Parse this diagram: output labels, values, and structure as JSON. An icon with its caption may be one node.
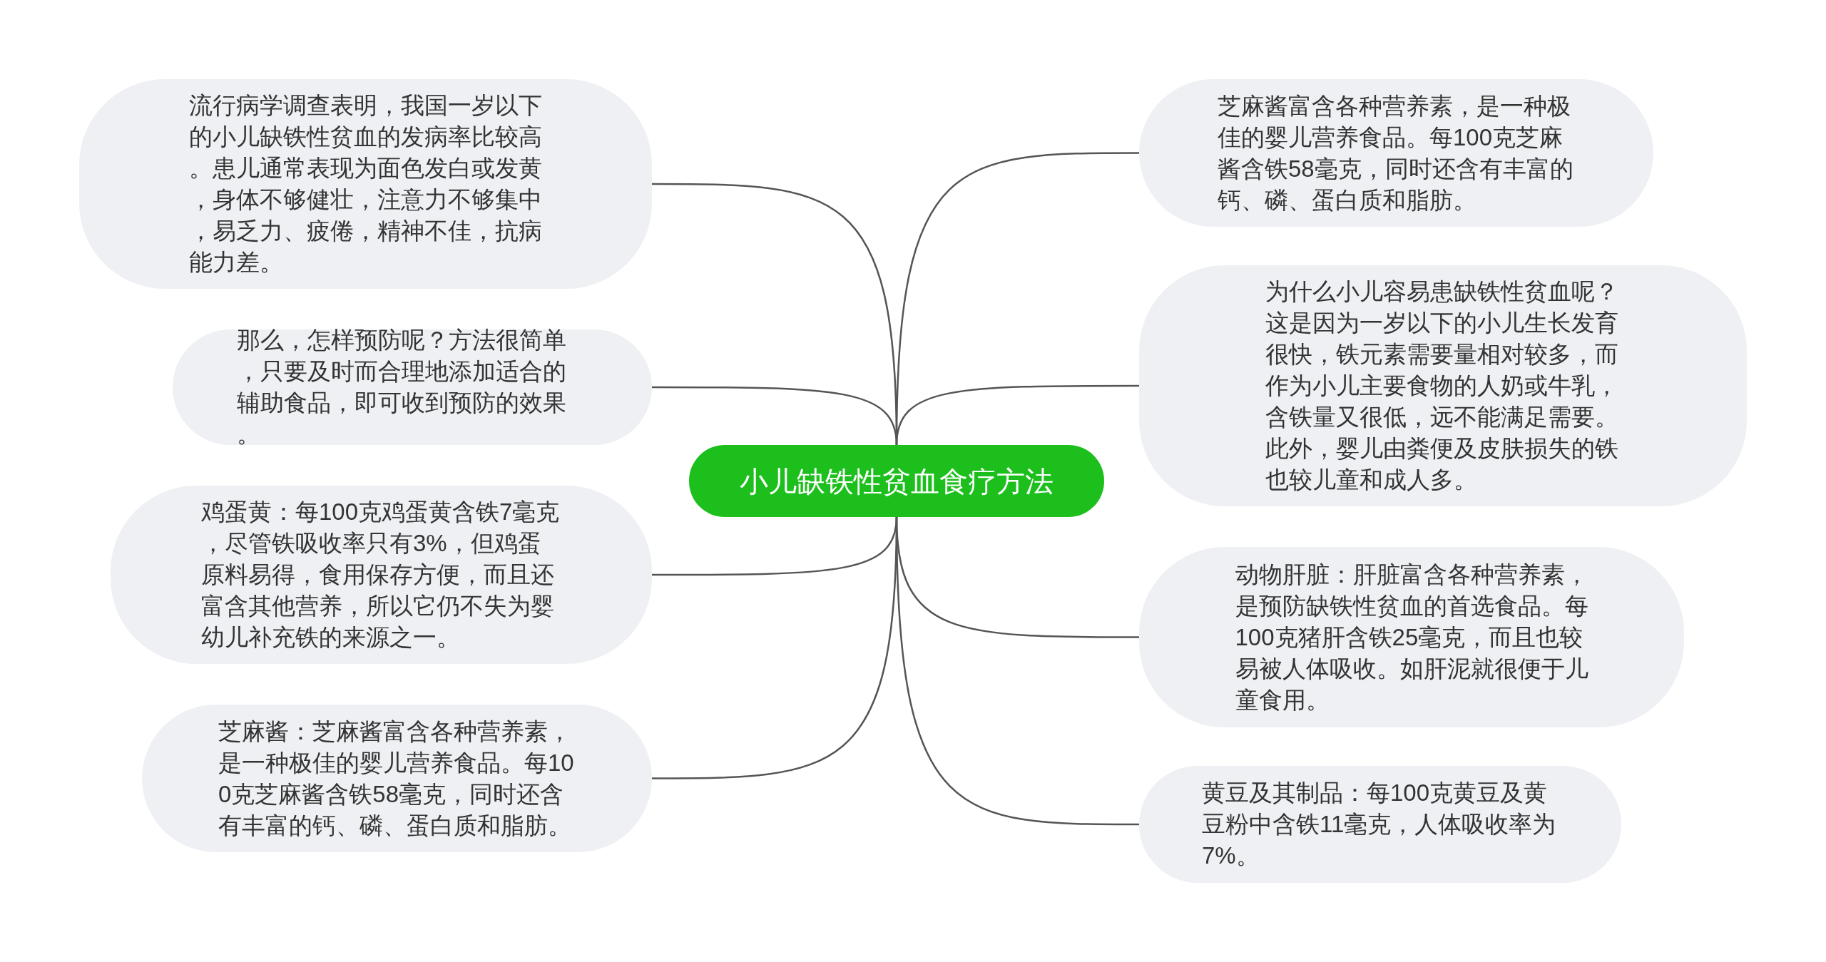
{
  "diagram": {
    "nodes": [
      {
        "text": [
          "小儿缺铁性贫血食疗方法"
        ]
      },
      {
        "text": [
          "流行病学调查表明，我国一岁以下的小儿缺铁性贫血的发病率比较高。患儿通常表现为面色发白或发黄，身体不够健壮，注意力不够集中，易乏力、疲倦，精神不佳，抗病能力差。"
        ]
      },
      {
        "text": [
          "那么，怎样预防呢？方法很简单，只要及时而合理地添加适合的辅助食品，即可收到预防的效果。"
        ]
      },
      {
        "text": [
          "鸡蛋黄：每100克鸡蛋黄含铁7毫克，尽管铁吸收率只有3%，但鸡蛋原料易得，食用保存方便，而且还富含其他营养，所以它仍不失为婴幼儿补充铁的来源之一。"
        ]
      },
      {
        "text": [
          "芝麻酱：芝麻酱富含各种营养素，是一种极佳的婴儿营养食品。每100克芝麻酱含铁58毫克，同时还含有丰富的钙、磷、蛋白质和脂肪。"
        ]
      },
      {
        "text": [
          "芝麻酱富含各种营养素，是一种极佳的婴儿营养食品。每100克芝麻酱含铁58毫克，同时还含有丰富的钙、磷、蛋白质和脂肪。"
        ]
      },
      {
        "text": [
          "为什么小儿容易患缺铁性贫血呢？这是因为一岁以下的小儿生长发育很快，铁元素需要量相对较多，而作为小儿主要食物的人奶或牛乳，含铁量又很低，远不能满足需要。此外，婴儿由粪便及皮肤损失的铁也较儿童和成人多。"
        ]
      },
      {
        "text": [
          "动物肝脏：肝脏富含各种营养素，是预防缺铁性贫血的首选食品。每100克猪肝含铁25毫克，而且也较易被人体吸收。如肝泥就很便于儿童食用。"
        ]
      },
      {
        "text": [
          "黄豆及其制品：每100克黄豆及黄豆粉中含铁11毫克，人体吸收率为7%。"
        ]
      }
    ],
    "edges": [
      {
        "from": 0,
        "to": 1,
        "arrow": "none"
      },
      {
        "from": 0,
        "to": 2,
        "arrow": "none"
      },
      {
        "from": 0,
        "to": 3,
        "arrow": "none"
      },
      {
        "from": 0,
        "to": 4,
        "arrow": "none"
      },
      {
        "from": 0,
        "to": 5,
        "arrow": "none"
      },
      {
        "from": 0,
        "to": 6,
        "arrow": "none"
      },
      {
        "from": 0,
        "to": 7,
        "arrow": "none"
      },
      {
        "from": 0,
        "to": 8,
        "arrow": "none"
      }
    ]
  }
}
